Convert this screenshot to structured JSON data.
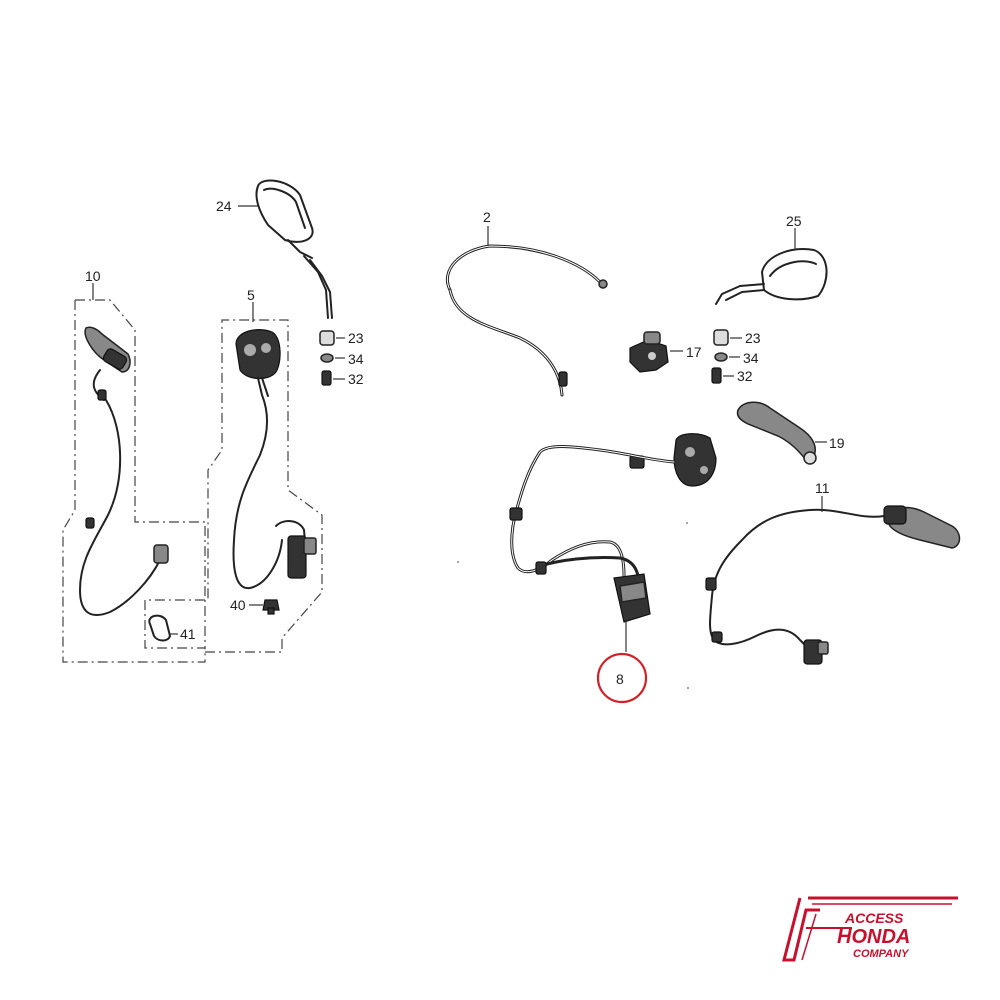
{
  "parts": [
    {
      "id": "p24",
      "label": "24"
    },
    {
      "id": "p10",
      "label": "10"
    },
    {
      "id": "p5",
      "label": "5"
    },
    {
      "id": "p23a",
      "label": "23"
    },
    {
      "id": "p34a",
      "label": "34"
    },
    {
      "id": "p32a",
      "label": "32"
    },
    {
      "id": "p40",
      "label": "40"
    },
    {
      "id": "p41",
      "label": "41"
    },
    {
      "id": "p2",
      "label": "2"
    },
    {
      "id": "p25",
      "label": "25"
    },
    {
      "id": "p17",
      "label": "17"
    },
    {
      "id": "p23b",
      "label": "23"
    },
    {
      "id": "p34b",
      "label": "34"
    },
    {
      "id": "p32b",
      "label": "32"
    },
    {
      "id": "p19",
      "label": "19"
    },
    {
      "id": "p11",
      "label": "11"
    },
    {
      "id": "p8",
      "label": "8"
    }
  ],
  "highlighted_part": "8",
  "highlight_color": "#d42027",
  "brand": {
    "line1": "ACCESS",
    "line2": "HONDA",
    "line3": "COMPANY",
    "color": "#c8102e"
  }
}
